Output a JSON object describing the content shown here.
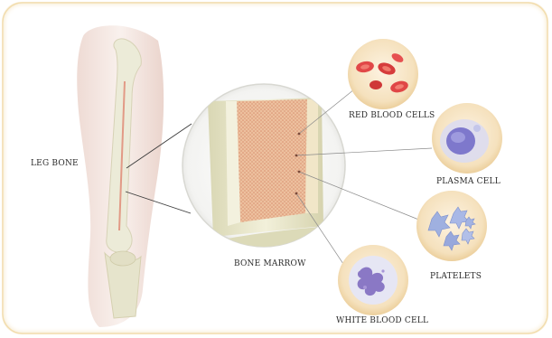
{
  "labels": {
    "leg_bone": "LEG BONE",
    "bone_marrow": "BONE MARROW",
    "red_blood_cells": "RED BLOOD CELLS",
    "plasma_cell": "PLASMA CELL",
    "platelets": "PLATELETS",
    "white_blood_cell": "WHITE BLOOD CELL"
  },
  "colors": {
    "frame_border": "#f2dcab",
    "callout_circle_fill": "#f6e3c2",
    "marrow_fill": "#e9b28f",
    "bone_shaft": "#e8e5c8",
    "leg_skin": "#f0ddd6",
    "red_cell": "#e44a4a",
    "plasma_cell": "#8f8cd6",
    "platelet": "#a6b4e3",
    "white_cell": "#8f7cc8"
  }
}
